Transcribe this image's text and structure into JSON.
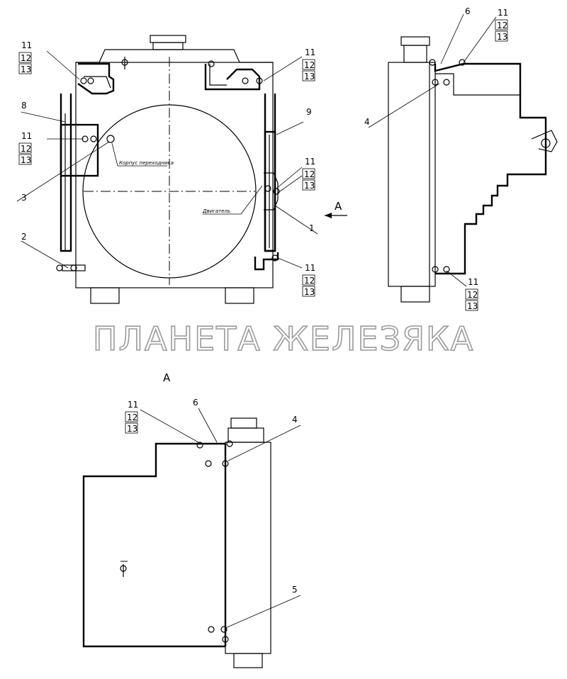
{
  "watermark": "ПЛАНЕТА ЖЕЛЕЗЯКА",
  "view_label": "А",
  "arrow_label": "А",
  "annotations": {
    "body": "Корпус переходника",
    "engine": "Двигатель"
  },
  "callouts": {
    "c1": "1",
    "c2": "2",
    "c3": "3",
    "c4": "4",
    "c5": "5",
    "c6": "6",
    "c8": "8",
    "c9": "9",
    "n11": "11",
    "n12": "12",
    "n13": "13"
  }
}
